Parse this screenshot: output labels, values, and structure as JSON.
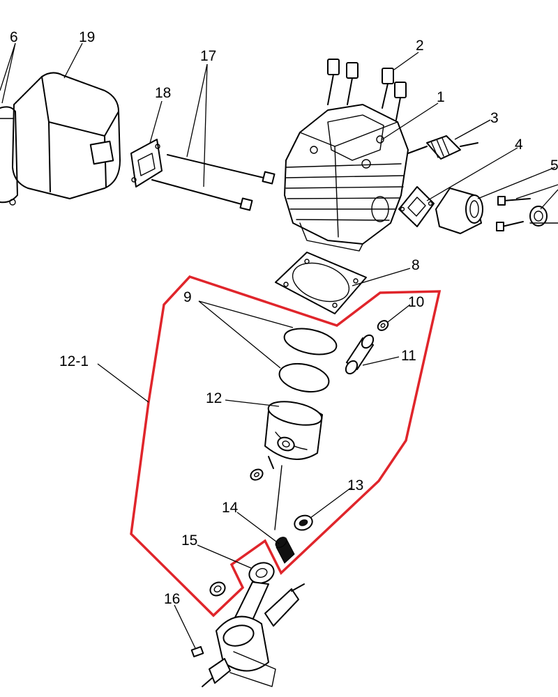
{
  "callouts": {
    "c1": "1",
    "c2": "2",
    "c3": "3",
    "c4": "4",
    "c5": "5",
    "c6": "6",
    "c8": "8",
    "c9": "9",
    "c10": "10",
    "c11": "11",
    "c12": "12",
    "c12_1": "12-1",
    "c13": "13",
    "c14": "14",
    "c15": "15",
    "c16": "16",
    "c17": "17",
    "c18": "18",
    "c19": "19"
  },
  "colors": {
    "line": "#000000",
    "kit_outline": "#e0252b",
    "background": "#ffffff"
  }
}
